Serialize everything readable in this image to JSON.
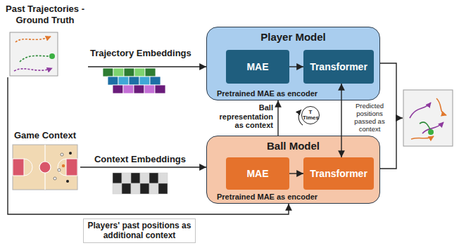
{
  "diagram": {
    "nodes": [
      {
        "text": [
          "Past Trajectories - Ground Truth"
        ]
      },
      {
        "text": [
          "Player Model",
          "Pretrained MAE as encoder"
        ]
      },
      {
        "text": [
          "MAE"
        ],
        "in": 1
      },
      {
        "text": [
          "Transformer"
        ],
        "in": 1
      },
      {
        "text": [
          "Game Context"
        ]
      },
      {
        "text": [
          "Ball Model",
          "Pretrained MAE as encoder"
        ]
      },
      {
        "text": [
          "MAE"
        ],
        "in": 5
      },
      {
        "text": [
          "Transformer"
        ],
        "in": 5
      },
      {
        "text": [
          "T Times"
        ]
      }
    ],
    "edges": [
      {
        "from": 0,
        "to": 1,
        "arrow": "to"
      },
      {
        "from": 4,
        "to": 5,
        "arrow": "to"
      },
      {
        "from": 0,
        "to": 5,
        "arrow": "to"
      },
      {
        "from": 2,
        "to": 3,
        "arrow": "to"
      },
      {
        "from": 6,
        "to": 7,
        "arrow": "to"
      },
      {
        "from": 5,
        "to": 1,
        "arrow": "to"
      },
      {
        "from": 3,
        "to": 7,
        "arrow": "both"
      }
    ],
    "labels": [
      "Trajectory Embeddings",
      "Context Embeddings",
      "Ball representation as context",
      "Predicted positions passed as context",
      "Players' past positions as additional context"
    ]
  }
}
